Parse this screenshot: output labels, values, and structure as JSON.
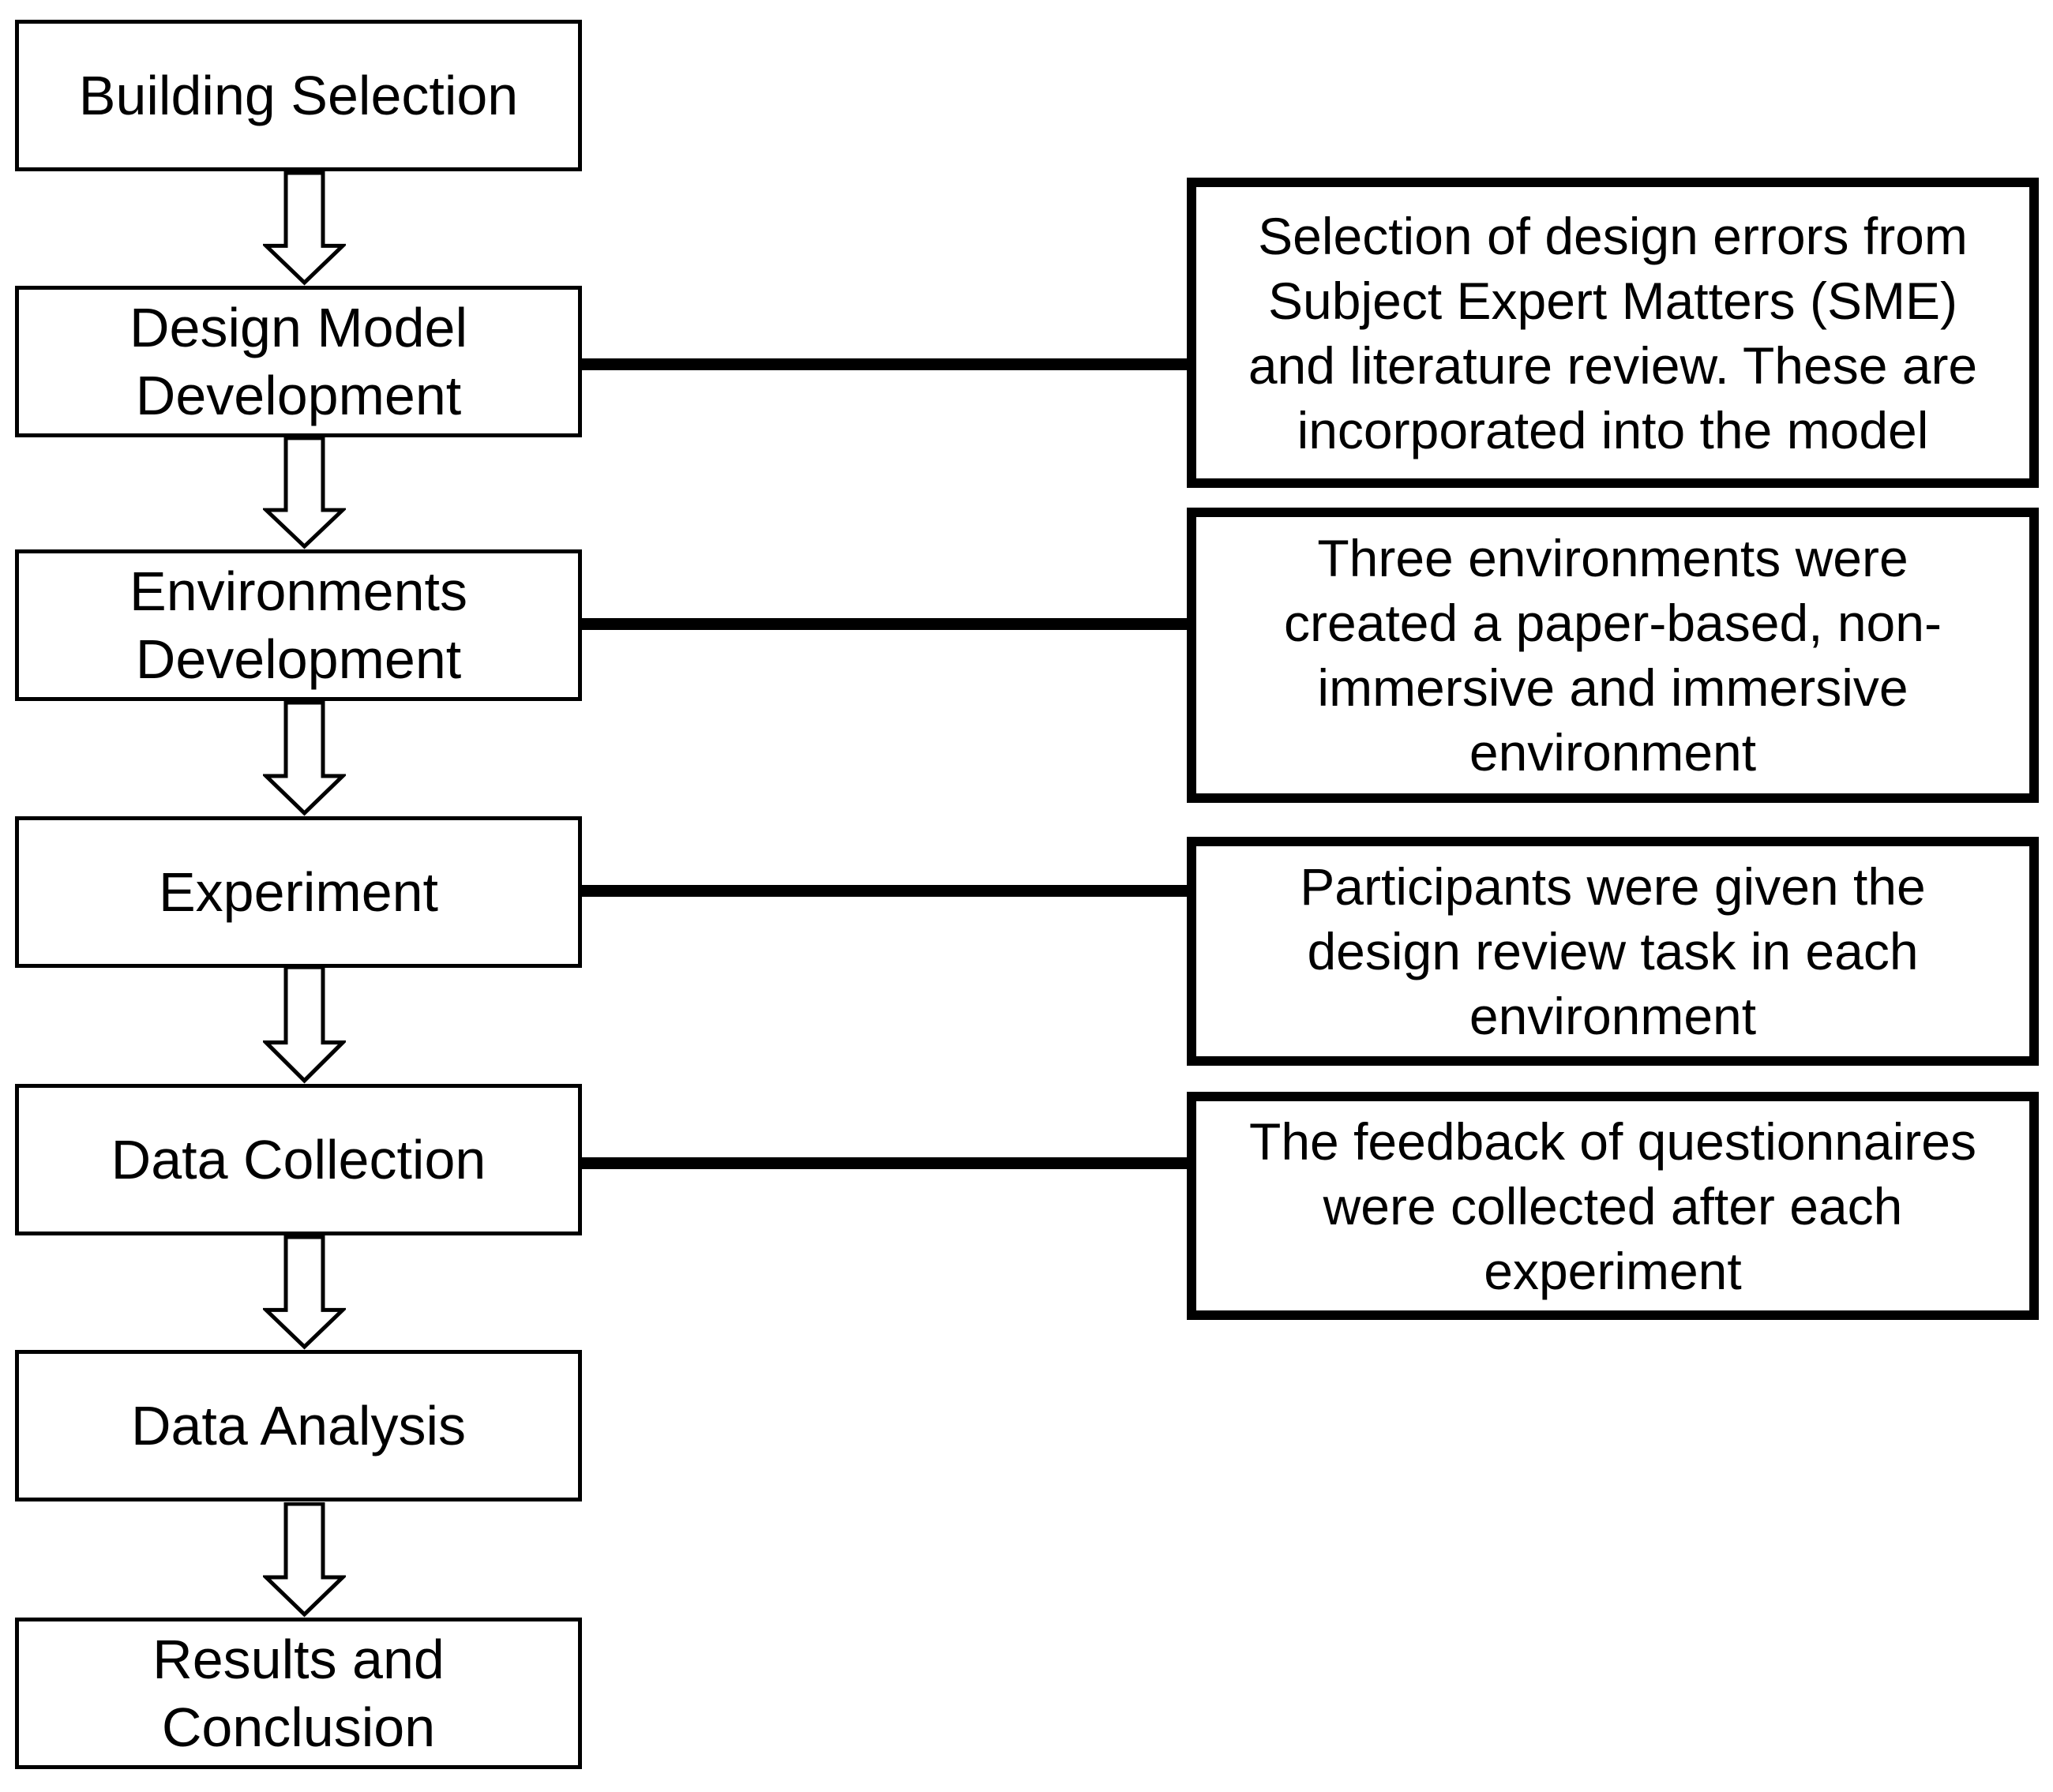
{
  "colors": {
    "background": "#ffffff",
    "box_fill": "#ffffff",
    "line": "#000000",
    "text": "#000000"
  },
  "flowchart": {
    "steps": [
      {
        "id": "building-selection",
        "label": "Building Selection"
      },
      {
        "id": "design-model-development",
        "label": "Design Model\nDevelopment"
      },
      {
        "id": "environments-development",
        "label": "Environments\nDevelopment"
      },
      {
        "id": "experiment",
        "label": "Experiment"
      },
      {
        "id": "data-collection",
        "label": "Data Collection"
      },
      {
        "id": "data-analysis",
        "label": "Data Analysis"
      },
      {
        "id": "results-and-conclusion",
        "label": "Results and\nConclusion"
      }
    ],
    "annotations": [
      {
        "connects_to": "Design Model Development",
        "text": "Selection of design errors from\nSubject Expert Matters (SME)\nand literature review. These are\nincorporated into the model"
      },
      {
        "connects_to": "Environments Development",
        "text": "Three environments were\ncreated a paper-based, non-\nimmersive and immersive\nenvironment"
      },
      {
        "connects_to": "Experiment",
        "text": "Participants were given the\ndesign review task in each\nenvironment"
      },
      {
        "connects_to": "Data Collection",
        "text": "The feedback of questionnaires\nwere collected after each\nexperiment"
      }
    ]
  }
}
